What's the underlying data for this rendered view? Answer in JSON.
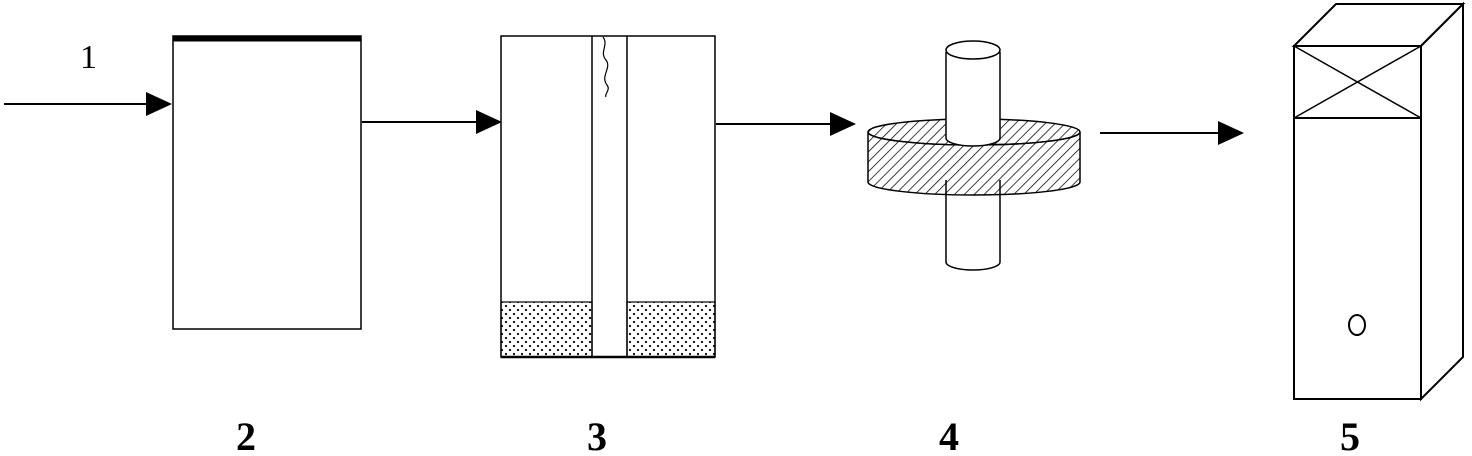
{
  "labels": {
    "input": "1",
    "step2": "2",
    "step3": "3",
    "step4": "4",
    "step5": "5"
  },
  "colors": {
    "stroke": "#000000",
    "background": "#ffffff"
  }
}
